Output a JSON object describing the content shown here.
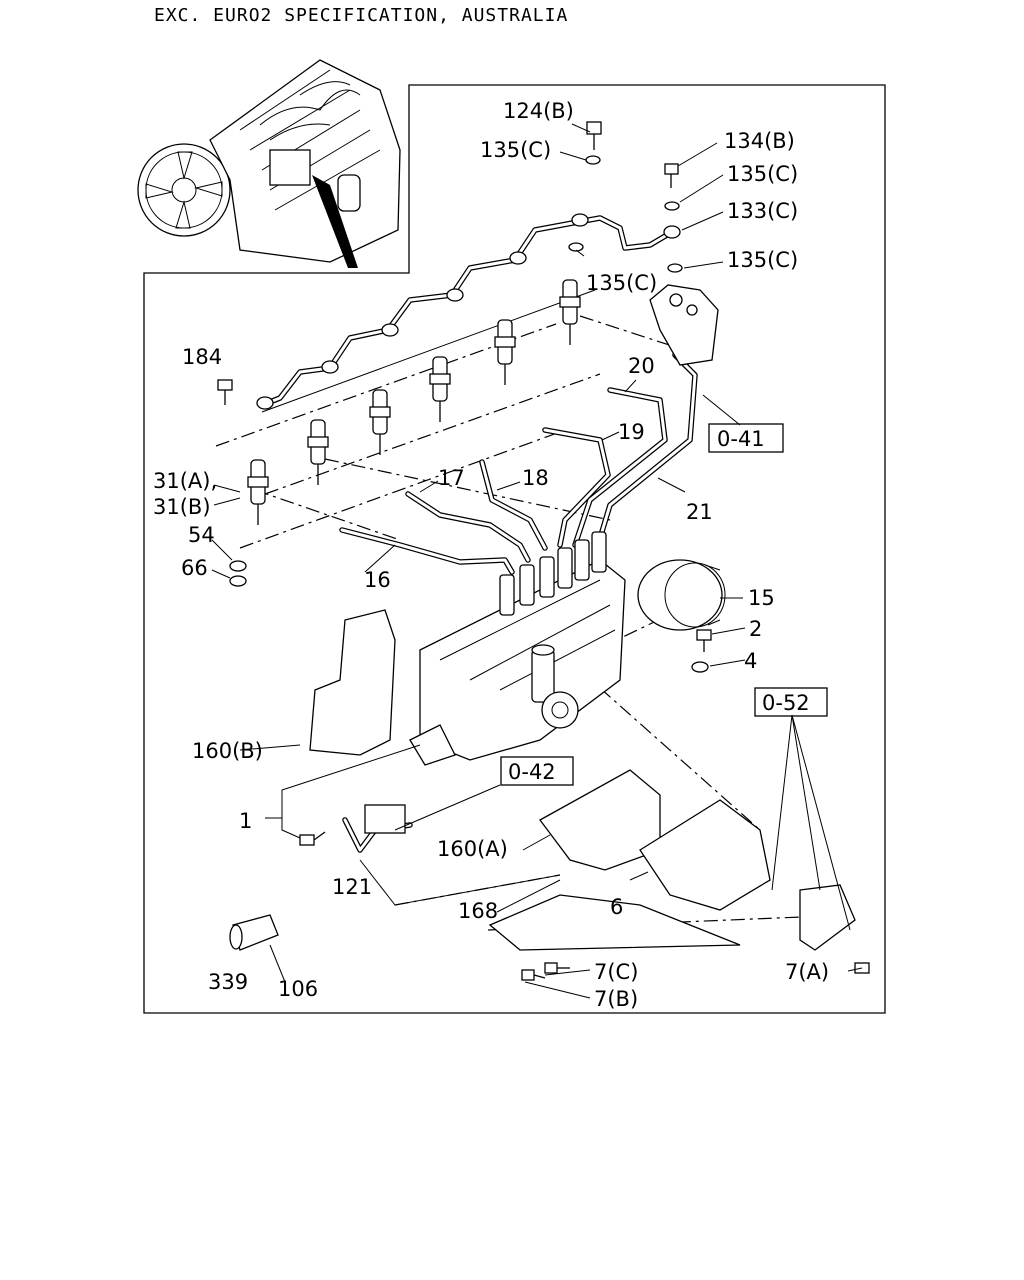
{
  "header": {
    "title": "EXC. EURO2 SPECIFICATION, AUSTRALIA"
  },
  "refs": {
    "r041": "0-41",
    "r042": "0-42",
    "r052": "0-52"
  },
  "parts": {
    "p124b": "124(B)",
    "p135c_1": "135(C)",
    "p134b": "134(B)",
    "p135c_2": "135(C)",
    "p133c": "133(C)",
    "p135c_3": "135(C)",
    "p135c_4": "135(C)",
    "p184": "184",
    "p20": "20",
    "p19": "19",
    "p17": "17",
    "p18": "18",
    "p21": "21",
    "p31a": "31(A),",
    "p31b": "31(B)",
    "p54": "54",
    "p66": "66",
    "p16": "16",
    "p15": "15",
    "p2": "2",
    "p4": "4",
    "p160b": "160(B)",
    "p1": "1",
    "p160a": "160(A)",
    "p121": "121",
    "p168": "168",
    "p6": "6",
    "p339": "339",
    "p106": "106",
    "p7c": "7(C)",
    "p7b": "7(B)",
    "p7a": "7(A)"
  }
}
